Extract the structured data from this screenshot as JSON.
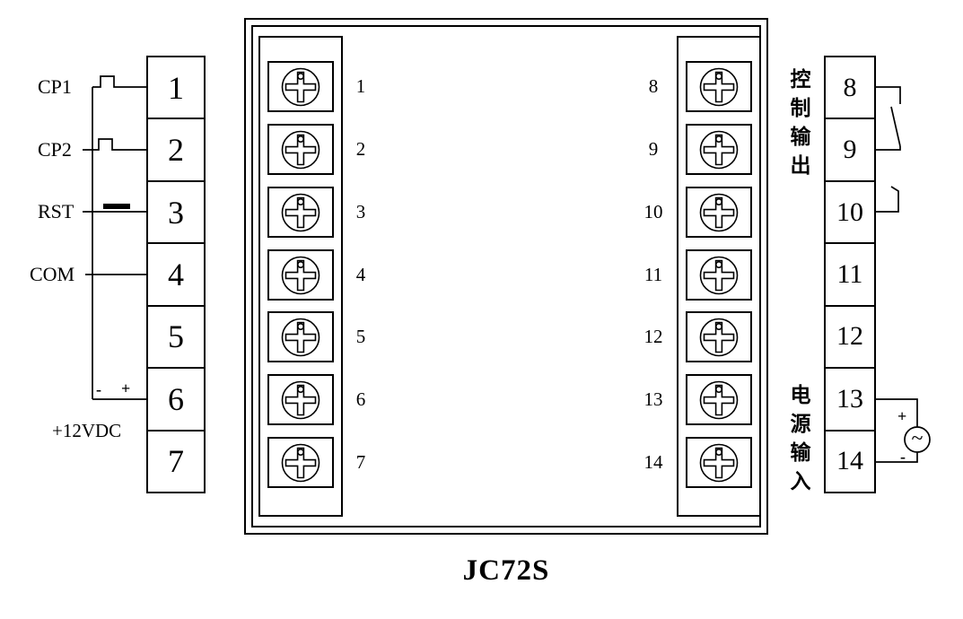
{
  "title": "JC72S",
  "left_panel": {
    "inputs": [
      {
        "label": "CP1",
        "symbol": "pulse"
      },
      {
        "label": "CP2",
        "symbol": "pulse"
      },
      {
        "label": "RST",
        "symbol": "pushbutton"
      },
      {
        "label": "COM",
        "symbol": "wire"
      }
    ],
    "supply": {
      "minus_sign": "-",
      "plus_sign": "+",
      "label": "+12VDC"
    }
  },
  "left_terminal_block": {
    "terminals": [
      "1",
      "2",
      "3",
      "4",
      "5",
      "6",
      "7"
    ]
  },
  "module": {
    "left_pins": [
      "1",
      "2",
      "3",
      "4",
      "5",
      "6",
      "7"
    ],
    "right_pins": [
      "8",
      "9",
      "10",
      "11",
      "12",
      "13",
      "14"
    ]
  },
  "right_terminal_block": {
    "terminals": [
      "8",
      "9",
      "10",
      "11",
      "12",
      "13",
      "14"
    ]
  },
  "right_panel": {
    "control_output_label": "控制输出",
    "power_input_label": "电源输入",
    "power_source": {
      "plus_sign": "+",
      "minus_sign": "-",
      "ac_symbol": "~"
    }
  },
  "colors": {
    "line": "#000000",
    "background": "#ffffff"
  }
}
